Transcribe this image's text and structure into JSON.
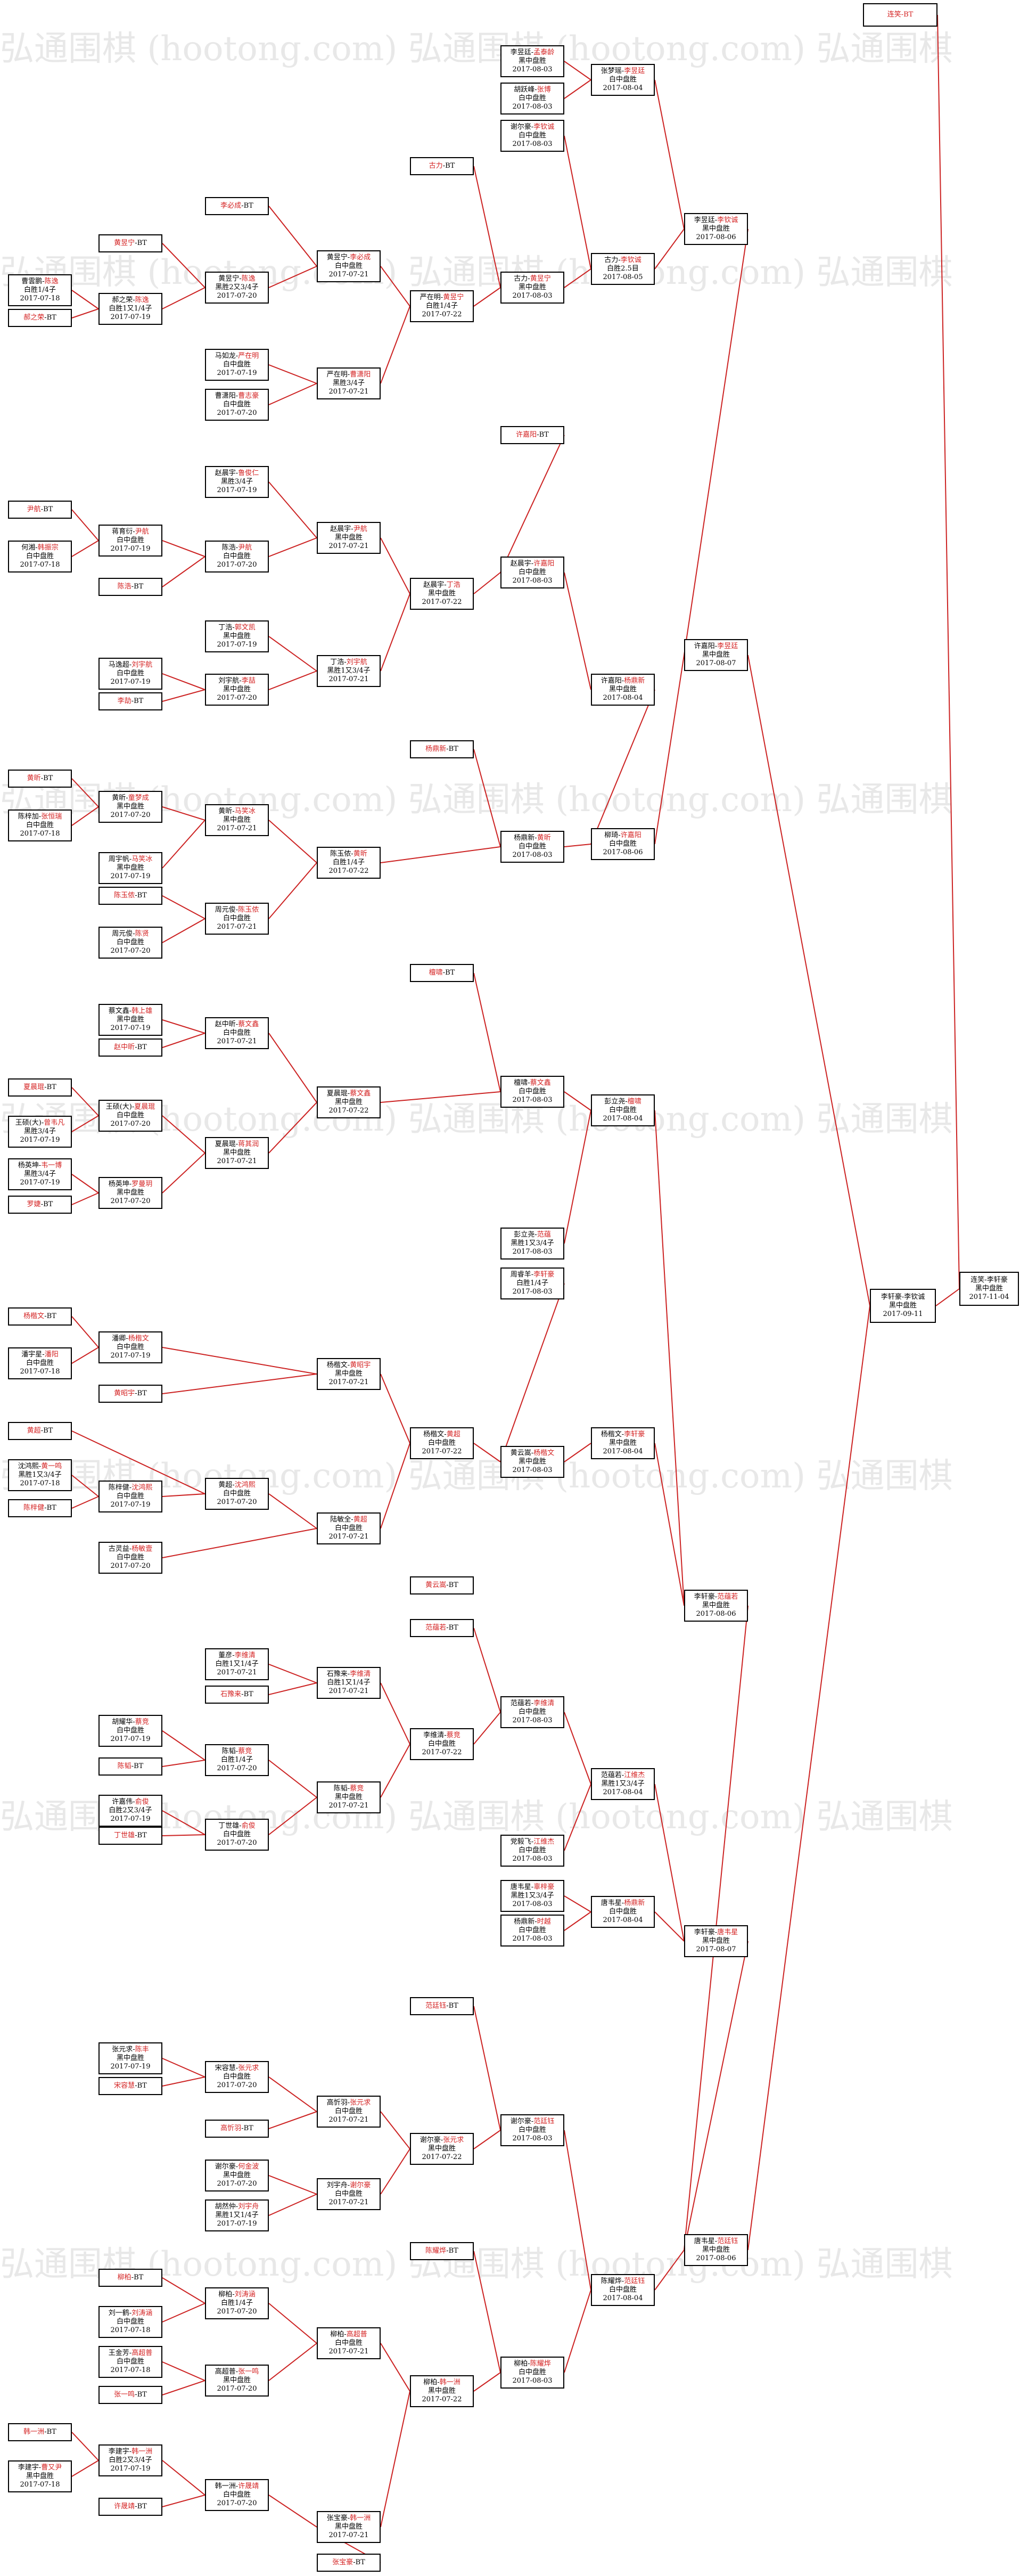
{
  "watermark": "弘通围棋 (hootong.com) 弘通围棋 (hootong.com) 弘通围棋",
  "colors": {
    "line": "#cc2222",
    "highlight": "#d42222"
  },
  "final": {
    "champion_bye": "连笑-BT",
    "result_line1": "连笑-李轩豪",
    "result_line2": "黑中盘胜",
    "result_line3": "2017-11-04"
  },
  "semi": {
    "line1": "李轩豪-李钦诚",
    "line2": "黑中盘胜",
    "line3": "2017-09-11"
  },
  "matches": [
    {
      "id": "r0a",
      "lines": [
        "曹雲鹏-陈逸",
        "白胜1/4子",
        "2017-07-18"
      ]
    },
    {
      "id": "r0b",
      "lines": [
        "郝之荣-BT"
      ]
    },
    {
      "id": "r1a",
      "lines": [
        "黄昱宁-BT"
      ]
    },
    {
      "id": "r1b",
      "lines": [
        "郝之荣-陈逸",
        "白胜1又1/4子",
        "2017-07-19"
      ]
    },
    {
      "id": "r2a",
      "lines": [
        "李必成-BT"
      ]
    },
    {
      "id": "r2b",
      "lines": [
        "黄昱宁-陈逸",
        "黑胜2又3/4子",
        "2017-07-20"
      ]
    },
    {
      "id": "r3a",
      "lines": [
        "黄昱宁-李必成",
        "白中盘胜",
        "2017-07-21"
      ]
    },
    {
      "id": "r2c",
      "lines": [
        "马如龙-严在明",
        "白中盘胜",
        "2017-07-19"
      ]
    },
    {
      "id": "r2d",
      "lines": [
        "曹潇阳-曹志豪",
        "白中盘胜",
        "2017-07-20"
      ]
    },
    {
      "id": "r3b",
      "lines": [
        "严在明-曹潇阳",
        "黑胜3/4子",
        "2017-07-21"
      ]
    },
    {
      "id": "r4a",
      "lines": [
        "严在明-黄昱宁",
        "白胜1/4子",
        "2017-07-22"
      ]
    },
    {
      "id": "r5a",
      "lines": [
        "古力-BT"
      ]
    },
    {
      "id": "r6a",
      "lines": [
        "古力-黄昱宁",
        "黑中盘胜",
        "2017-08-03"
      ]
    },
    {
      "id": "r5t1",
      "lines": [
        "李昱廷-孟泰龄",
        "黑中盘胜",
        "2017-08-03"
      ]
    },
    {
      "id": "r5t2",
      "lines": [
        "胡跃峰-张博",
        "白中盘胜",
        "2017-08-03"
      ]
    },
    {
      "id": "r5t3",
      "lines": [
        "谢尔豪-李钦诚",
        "白中盘胜",
        "2017-08-03"
      ]
    },
    {
      "id": "r6b",
      "lines": [
        "张梦瑶-李昱廷",
        "白中盘胜",
        "2017-08-04"
      ]
    },
    {
      "id": "r7a",
      "lines": [
        "古力-李钦诚",
        "白胜2.5目",
        "2017-08-05"
      ]
    },
    {
      "id": "r8a",
      "lines": [
        "李昱廷-李钦诚",
        "黑中盘胜",
        "2017-08-06"
      ]
    },
    {
      "id": "b0a",
      "lines": [
        "尹航-BT"
      ]
    },
    {
      "id": "b0b",
      "lines": [
        "何湘-韩振宗",
        "白中盘胜",
        "2017-07-18"
      ]
    },
    {
      "id": "b1a",
      "lines": [
        "蒋育衍-尹航",
        "白中盘胜",
        "2017-07-19"
      ]
    },
    {
      "id": "b1b",
      "lines": [
        "陈浩-BT"
      ]
    },
    {
      "id": "b2a",
      "lines": [
        "赵晨宇-鲁俊仁",
        "黑胜3/4子",
        "2017-07-19"
      ]
    },
    {
      "id": "b2b",
      "lines": [
        "陈浩-尹航",
        "白中盘胜",
        "2017-07-20"
      ]
    },
    {
      "id": "b3a",
      "lines": [
        "赵晨宇-尹航",
        "黑中盘胜",
        "2017-07-21"
      ]
    },
    {
      "id": "b1c",
      "lines": [
        "马逸超-刘宇航",
        "白中盘胜",
        "2017-07-19"
      ]
    },
    {
      "id": "b1d",
      "lines": [
        "李劼-BT"
      ]
    },
    {
      "id": "b2c",
      "lines": [
        "丁浩-郭文凯",
        "黑中盘胜",
        "2017-07-19"
      ]
    },
    {
      "id": "b2d",
      "lines": [
        "刘宇航-李喆",
        "黑中盘胜",
        "2017-07-20"
      ]
    },
    {
      "id": "b3b",
      "lines": [
        "丁浩-刘宇航",
        "黑胜1又3/4子",
        "2017-07-21"
      ]
    },
    {
      "id": "b4a",
      "lines": [
        "赵晨宇-丁浩",
        "黑中盘胜",
        "2017-07-22"
      ]
    },
    {
      "id": "b5a",
      "lines": [
        "许嘉阳-BT"
      ]
    },
    {
      "id": "b6a",
      "lines": [
        "赵晨宇-许嘉阳",
        "白中盘胜",
        "2017-08-03"
      ]
    },
    {
      "id": "b7a",
      "lines": [
        "许嘉阳-杨鼎新",
        "黑中盘胜",
        "2017-08-04"
      ]
    },
    {
      "id": "c0a",
      "lines": [
        "黄昕-BT"
      ]
    },
    {
      "id": "c0b",
      "lines": [
        "陈梓加-张恒瑞",
        "白中盘胜",
        "2017-07-18"
      ]
    },
    {
      "id": "c1a",
      "lines": [
        "黄昕-童梦成",
        "黑中盘胜",
        "2017-07-20"
      ]
    },
    {
      "id": "c1b",
      "lines": [
        "周宇帆-马笑冰",
        "黑中盘胜",
        "2017-07-19"
      ]
    },
    {
      "id": "c2a",
      "lines": [
        "黄昕-马笑冰",
        "黑中盘胜",
        "2017-07-21"
      ]
    },
    {
      "id": "c1c",
      "lines": [
        "陈玉侬-BT"
      ]
    },
    {
      "id": "c1d",
      "lines": [
        "周元俊-陈贤",
        "白中盘胜",
        "2017-07-20"
      ]
    },
    {
      "id": "c2b",
      "lines": [
        "周元俊-陈玉侬",
        "白中盘胜",
        "2017-07-21"
      ]
    },
    {
      "id": "c3a",
      "lines": [
        "陈玉侬-黄昕",
        "白胜1/4子",
        "2017-07-22"
      ]
    },
    {
      "id": "c4a",
      "lines": [
        "杨鼎新-BT"
      ]
    },
    {
      "id": "c5a",
      "lines": [
        "杨鼎新-黄昕",
        "白中盘胜",
        "2017-08-03"
      ]
    },
    {
      "id": "c6a",
      "lines": [
        "柳琦-许嘉阳",
        "白中盘胜",
        "2017-08-06"
      ]
    },
    {
      "id": "c7a",
      "lines": [
        "许嘉阳-李昱廷",
        "黑中盘胜",
        "2017-08-07"
      ]
    },
    {
      "id": "d0a",
      "lines": [
        "檀啸-BT"
      ]
    },
    {
      "id": "d1a",
      "lines": [
        "蔡文鑫-韩上雄",
        "黑中盘胜",
        "2017-07-19"
      ]
    },
    {
      "id": "d1b",
      "lines": [
        "赵中昕-BT"
      ]
    },
    {
      "id": "d2a",
      "lines": [
        "赵中昕-蔡文鑫",
        "白中盘胜",
        "2017-07-21"
      ]
    },
    {
      "id": "d0b",
      "lines": [
        "夏晨琨-BT"
      ]
    },
    {
      "id": "d0c",
      "lines": [
        "王硕(大)-曾韦凡",
        "黑胜3/4子",
        "2017-07-19"
      ]
    },
    {
      "id": "d1c",
      "lines": [
        "王硕(大)-夏晨琨",
        "白中盘胜",
        "2017-07-20"
      ]
    },
    {
      "id": "d0d",
      "lines": [
        "杨英坤-韦一博",
        "黑胜3/4子",
        "2017-07-19"
      ]
    },
    {
      "id": "d0e",
      "lines": [
        "罗婕-BT"
      ]
    },
    {
      "id": "d1d",
      "lines": [
        "杨英坤-罗曼玥",
        "黑中盘胜",
        "2017-07-20"
      ]
    },
    {
      "id": "d2b",
      "lines": [
        "夏晨琨-蒋其润",
        "黑中盘胜",
        "2017-07-21"
      ]
    },
    {
      "id": "d3a",
      "lines": [
        "夏晨琨-蔡文鑫",
        "黑中盘胜",
        "2017-07-22"
      ]
    },
    {
      "id": "d4a",
      "lines": [
        "檀啸-蔡文鑫",
        "白中盘胜",
        "2017-08-03"
      ]
    },
    {
      "id": "d5a",
      "lines": [
        "彭立尧-檀啸",
        "白中盘胜",
        "2017-08-04"
      ]
    },
    {
      "id": "e0a",
      "lines": [
        "彭立尧-范蕴",
        "黑胜1又3/4子",
        "2017-08-03"
      ]
    },
    {
      "id": "e0b",
      "lines": [
        "周睿羊-李轩豪",
        "白胜1/4子",
        "2017-08-03"
      ]
    },
    {
      "id": "e1a",
      "lines": [
        "杨楷文-BT"
      ]
    },
    {
      "id": "e1b",
      "lines": [
        "潘卿-杨楷文",
        "白中盘胜",
        "2017-07-19"
      ]
    },
    {
      "id": "e1c",
      "lines": [
        "潘宇星-潘阳",
        "白中盘胜",
        "2017-07-18"
      ]
    },
    {
      "id": "e2a",
      "lines": [
        "杨楷文-黄昭宇",
        "黑中盘胜",
        "2017-07-21"
      ]
    },
    {
      "id": "e1d",
      "lines": [
        "黄昭宇-BT"
      ]
    },
    {
      "id": "e3a",
      "lines": [
        "杨楷文-黄超",
        "白中盘胜",
        "2017-07-22"
      ]
    },
    {
      "id": "e1e",
      "lines": [
        "黄超-BT"
      ]
    },
    {
      "id": "e0c",
      "lines": [
        "沈鸿熙-黄一鸣",
        "黑胜1又3/4子",
        "2017-07-18"
      ]
    },
    {
      "id": "e0d",
      "lines": [
        "陈梓健-BT"
      ]
    },
    {
      "id": "e1f",
      "lines": [
        "陈梓健-沈鸿熙",
        "白中盘胜",
        "2017-07-19"
      ]
    },
    {
      "id": "e2b",
      "lines": [
        "黄超-沈鸿熙",
        "白中盘胜",
        "2017-07-20"
      ]
    },
    {
      "id": "e1g",
      "lines": [
        "古灵益-杨敏壹",
        "白中盘胜",
        "2017-07-20"
      ]
    },
    {
      "id": "e2c",
      "lines": [
        "陆敏全-黄超",
        "白中盘胜",
        "2017-07-21"
      ]
    },
    {
      "id": "e4a",
      "lines": [
        "黄云嵩-杨楷文",
        "黑中盘胜",
        "2017-08-03"
      ]
    },
    {
      "id": "e5a",
      "lines": [
        "杨楷文-李轩豪",
        "黑中盘胜",
        "2017-08-04"
      ]
    },
    {
      "id": "e6a",
      "lines": [
        "李轩豪-范蕴若",
        "黑中盘胜",
        "2017-08-06"
      ]
    },
    {
      "id": "f0a",
      "lines": [
        "黄云嵩-BT"
      ]
    },
    {
      "id": "f0b",
      "lines": [
        "范蕴若-BT"
      ]
    },
    {
      "id": "f1a",
      "lines": [
        "董彦-李维清",
        "白胜1又1/4子",
        "2017-07-21"
      ]
    },
    {
      "id": "f1b",
      "lines": [
        "石豫来-李维清",
        "白胜1又1/4子",
        "2017-07-21"
      ]
    },
    {
      "id": "f1c",
      "lines": [
        "石豫来-BT"
      ]
    },
    {
      "id": "f1d",
      "lines": [
        "胡耀华-蔡竞",
        "白中盘胜",
        "2017-07-19"
      ]
    },
    {
      "id": "f1e",
      "lines": [
        "陈韬-BT"
      ]
    },
    {
      "id": "f2a",
      "lines": [
        "陈韬-蔡竞",
        "白胜1/4子",
        "2017-07-20"
      ]
    },
    {
      "id": "f1f",
      "lines": [
        "许嘉伟-俞俊",
        "白胜2又3/4子",
        "2017-07-19"
      ]
    },
    {
      "id": "f1g",
      "lines": [
        "丁世雄-BT"
      ]
    },
    {
      "id": "f2b",
      "lines": [
        "丁世雄-俞俊",
        "白中盘胜",
        "2017-07-20"
      ]
    },
    {
      "id": "f3a",
      "lines": [
        "陈韬-蔡竞",
        "黑中盘胜",
        "2017-07-21"
      ]
    },
    {
      "id": "f4a",
      "lines": [
        "李维清-蔡竞",
        "白中盘胜",
        "2017-07-22"
      ]
    },
    {
      "id": "f5a",
      "lines": [
        "范蕴若-李维清",
        "白中盘胜",
        "2017-08-03"
      ]
    },
    {
      "id": "f6a",
      "lines": [
        "范蕴若-江维杰",
        "黑胜1又3/4子",
        "2017-08-04"
      ]
    },
    {
      "id": "f6b",
      "lines": [
        "党毅飞-江维杰",
        "白中盘胜",
        "2017-08-03"
      ]
    },
    {
      "id": "f6c",
      "lines": [
        "唐韦星-辜梓豪",
        "黑胜1又3/4子",
        "2017-08-03"
      ]
    },
    {
      "id": "f6d",
      "lines": [
        "杨鼎新-时越",
        "白中盘胜",
        "2017-08-03"
      ]
    },
    {
      "id": "f7a",
      "lines": [
        "唐韦星-杨鼎新",
        "白中盘胜",
        "2017-08-04"
      ]
    },
    {
      "id": "f8a",
      "lines": [
        "李轩豪-唐韦星",
        "黑中盘胜",
        "2017-08-07"
      ]
    },
    {
      "id": "g0a",
      "lines": [
        "张一鸣-BT"
      ]
    },
    {
      "id": "g1a",
      "lines": [
        "张元求-陈丰",
        "黑中盘胜",
        "2017-07-19"
      ]
    },
    {
      "id": "g1b",
      "lines": [
        "宋容慧-BT"
      ]
    },
    {
      "id": "g2a",
      "lines": [
        "宋容慧-张元求",
        "白中盘胜",
        "2017-07-20"
      ]
    },
    {
      "id": "g2b",
      "lines": [
        "高忻羽-BT"
      ]
    },
    {
      "id": "g3a",
      "lines": [
        "高忻羽-张元求",
        "白中盘胜",
        "2017-07-21"
      ]
    },
    {
      "id": "g2c",
      "lines": [
        "谢尔豪-何金波",
        "黑中盘胜",
        "2017-07-20"
      ]
    },
    {
      "id": "g2d",
      "lines": [
        "胡然仲-刘宇舟",
        "黑胜1又1/4子",
        "2017-07-19"
      ]
    },
    {
      "id": "g3b",
      "lines": [
        "刘宇舟-谢尔豪",
        "白中盘胜",
        "2017-07-21"
      ]
    },
    {
      "id": "g4a",
      "lines": [
        "谢尔豪-张元求",
        "黑中盘胜",
        "2017-07-22"
      ]
    },
    {
      "id": "g5a",
      "lines": [
        "范廷钰-BT"
      ]
    },
    {
      "id": "g6a",
      "lines": [
        "谢尔豪-范廷钰",
        "白中盘胜",
        "2017-08-03"
      ]
    },
    {
      "id": "g7a",
      "lines": [
        "陈耀烨-范廷钰",
        "白中盘胜",
        "2017-08-04"
      ]
    },
    {
      "id": "g8a",
      "lines": [
        "唐韦星-范廷钰",
        "黑中盘胜",
        "2017-08-06"
      ]
    },
    {
      "id": "h0a",
      "lines": [
        "柳柏-BT"
      ]
    },
    {
      "id": "h0b",
      "lines": [
        "刘一鹤-刘涛涵",
        "白中盘胜",
        "2017-07-18"
      ]
    },
    {
      "id": "h1a",
      "lines": [
        "柳柏-刘涛涵",
        "白胜1/4子",
        "2017-07-20"
      ]
    },
    {
      "id": "h0c",
      "lines": [
        "王金芳-高超普",
        "白中盘胜",
        "2017-07-18"
      ]
    },
    {
      "id": "h0d",
      "lines": [
        "张一鸣-BT"
      ]
    },
    {
      "id": "h1b",
      "lines": [
        "高超普-张一鸣",
        "黑中盘胜",
        "2017-07-20"
      ]
    },
    {
      "id": "h2a",
      "lines": [
        "柳柏-高超普",
        "白中盘胜",
        "2017-07-21"
      ]
    },
    {
      "id": "h3a",
      "lines": [
        "柳柏-韩一洲",
        "黑中盘胜",
        "2017-07-22"
      ]
    },
    {
      "id": "h4a",
      "lines": [
        "陈耀烨-BT"
      ]
    },
    {
      "id": "h5a",
      "lines": [
        "柳柏-陈耀烨",
        "白中盘胜",
        "2017-08-03"
      ]
    },
    {
      "id": "i0a",
      "lines": [
        "韩一洲-BT"
      ]
    },
    {
      "id": "i0b",
      "lines": [
        "李建宇-曹又尹",
        "黑中盘胜",
        "2017-07-18"
      ]
    },
    {
      "id": "i1a",
      "lines": [
        "李建宇-韩一洲",
        "白胜2又3/4子",
        "2017-07-19"
      ]
    },
    {
      "id": "i1b",
      "lines": [
        "许晟靖-BT"
      ]
    },
    {
      "id": "i2a",
      "lines": [
        "韩一洲-许晟靖",
        "白中盘胜",
        "2017-07-20"
      ]
    },
    {
      "id": "i3a",
      "lines": [
        "张宝豪-韩一洲",
        "黑中盘胜",
        "2017-07-21"
      ]
    },
    {
      "id": "i2b",
      "lines": [
        "张宝豪-BT"
      ]
    }
  ]
}
